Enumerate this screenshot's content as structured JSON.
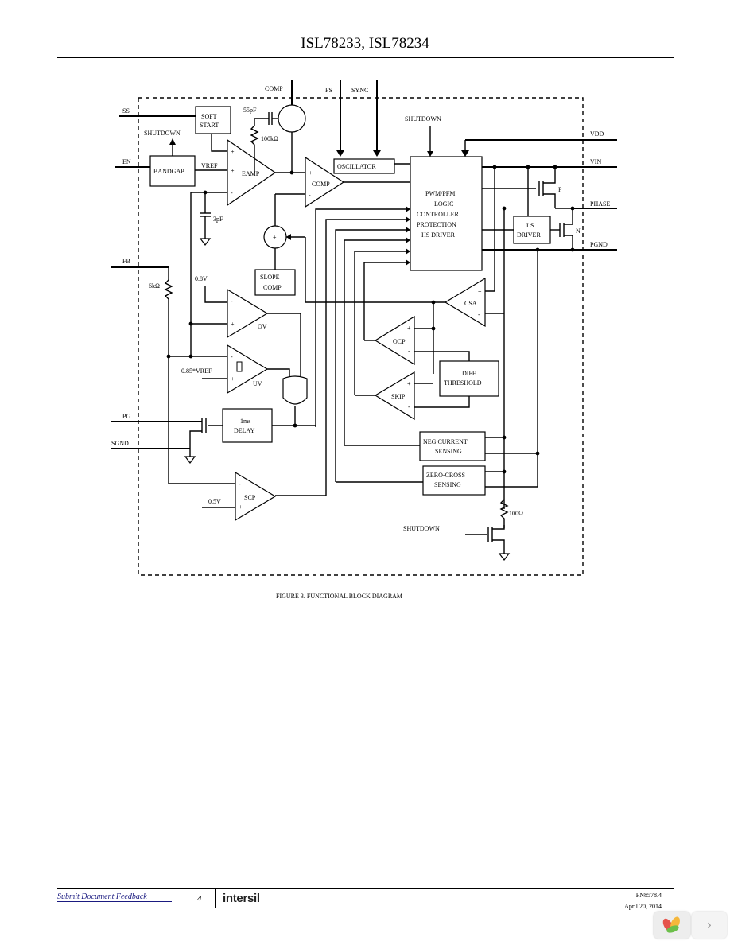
{
  "header": {
    "title": "ISL78233, ISL78234"
  },
  "diagram": {
    "caption": "FIGURE 3. FUNCTIONAL BLOCK DIAGRAM",
    "pins_left": {
      "ss": "SS",
      "en": "EN",
      "fb": "FB",
      "pg": "PG",
      "sgnd": "SGND"
    },
    "pins_right": {
      "vdd": "VDD",
      "vin": "VIN",
      "phase": "PHASE",
      "pgnd": "PGND"
    },
    "pins_top": {
      "comp": "COMP",
      "fs": "FS",
      "sync": "SYNC"
    },
    "blocks": {
      "soft_start_line1": "SOFT",
      "soft_start_line2": "START",
      "bandgap": "BANDGAP",
      "eamp": "EAMP",
      "comp_amp": "COMP",
      "oscillator": "OSCILLATOR",
      "logic_line1": "PWM/PFM",
      "logic_line2": "LOGIC",
      "logic_line3": "CONTROLLER",
      "logic_line4": "PROTECTION",
      "logic_line5": "HS DRIVER",
      "ls_driver_line1": "LS",
      "ls_driver_line2": "DRIVER",
      "slope_comp_line1": "SLOPE",
      "slope_comp_line2": "COMP",
      "csa": "CSA",
      "ocp": "OCP",
      "skip": "SKIP",
      "diff_threshold_line1": "DIFF",
      "diff_threshold_line2": "THRESHOLD",
      "neg_current_line1": "NEG CURRENT",
      "neg_current_line2": "SENSING",
      "zero_cross_line1": "ZERO-CROSS",
      "zero_cross_line2": "SENSING",
      "delay_line1": "1ms",
      "delay_line2": "DELAY",
      "ov": "OV",
      "uv": "UV",
      "scp": "SCP"
    },
    "labels": {
      "shutdown": "SHUTDOWN",
      "vref": "VREF",
      "c55": "55pF",
      "r100k": "100kΩ",
      "c3p": "3pF",
      "r6k": "6kΩ",
      "v08": "0.8V",
      "v085": "0.85*VREF",
      "v05": "0.5V",
      "fet_p": "P",
      "fet_n": "N",
      "r100": "100Ω",
      "plus": "+",
      "minus": "-"
    }
  },
  "footer": {
    "link": "Submit Document Feedback",
    "page": "4",
    "logo": "intersil",
    "doc": "FN8578.4",
    "date": "April 20, 2014"
  }
}
